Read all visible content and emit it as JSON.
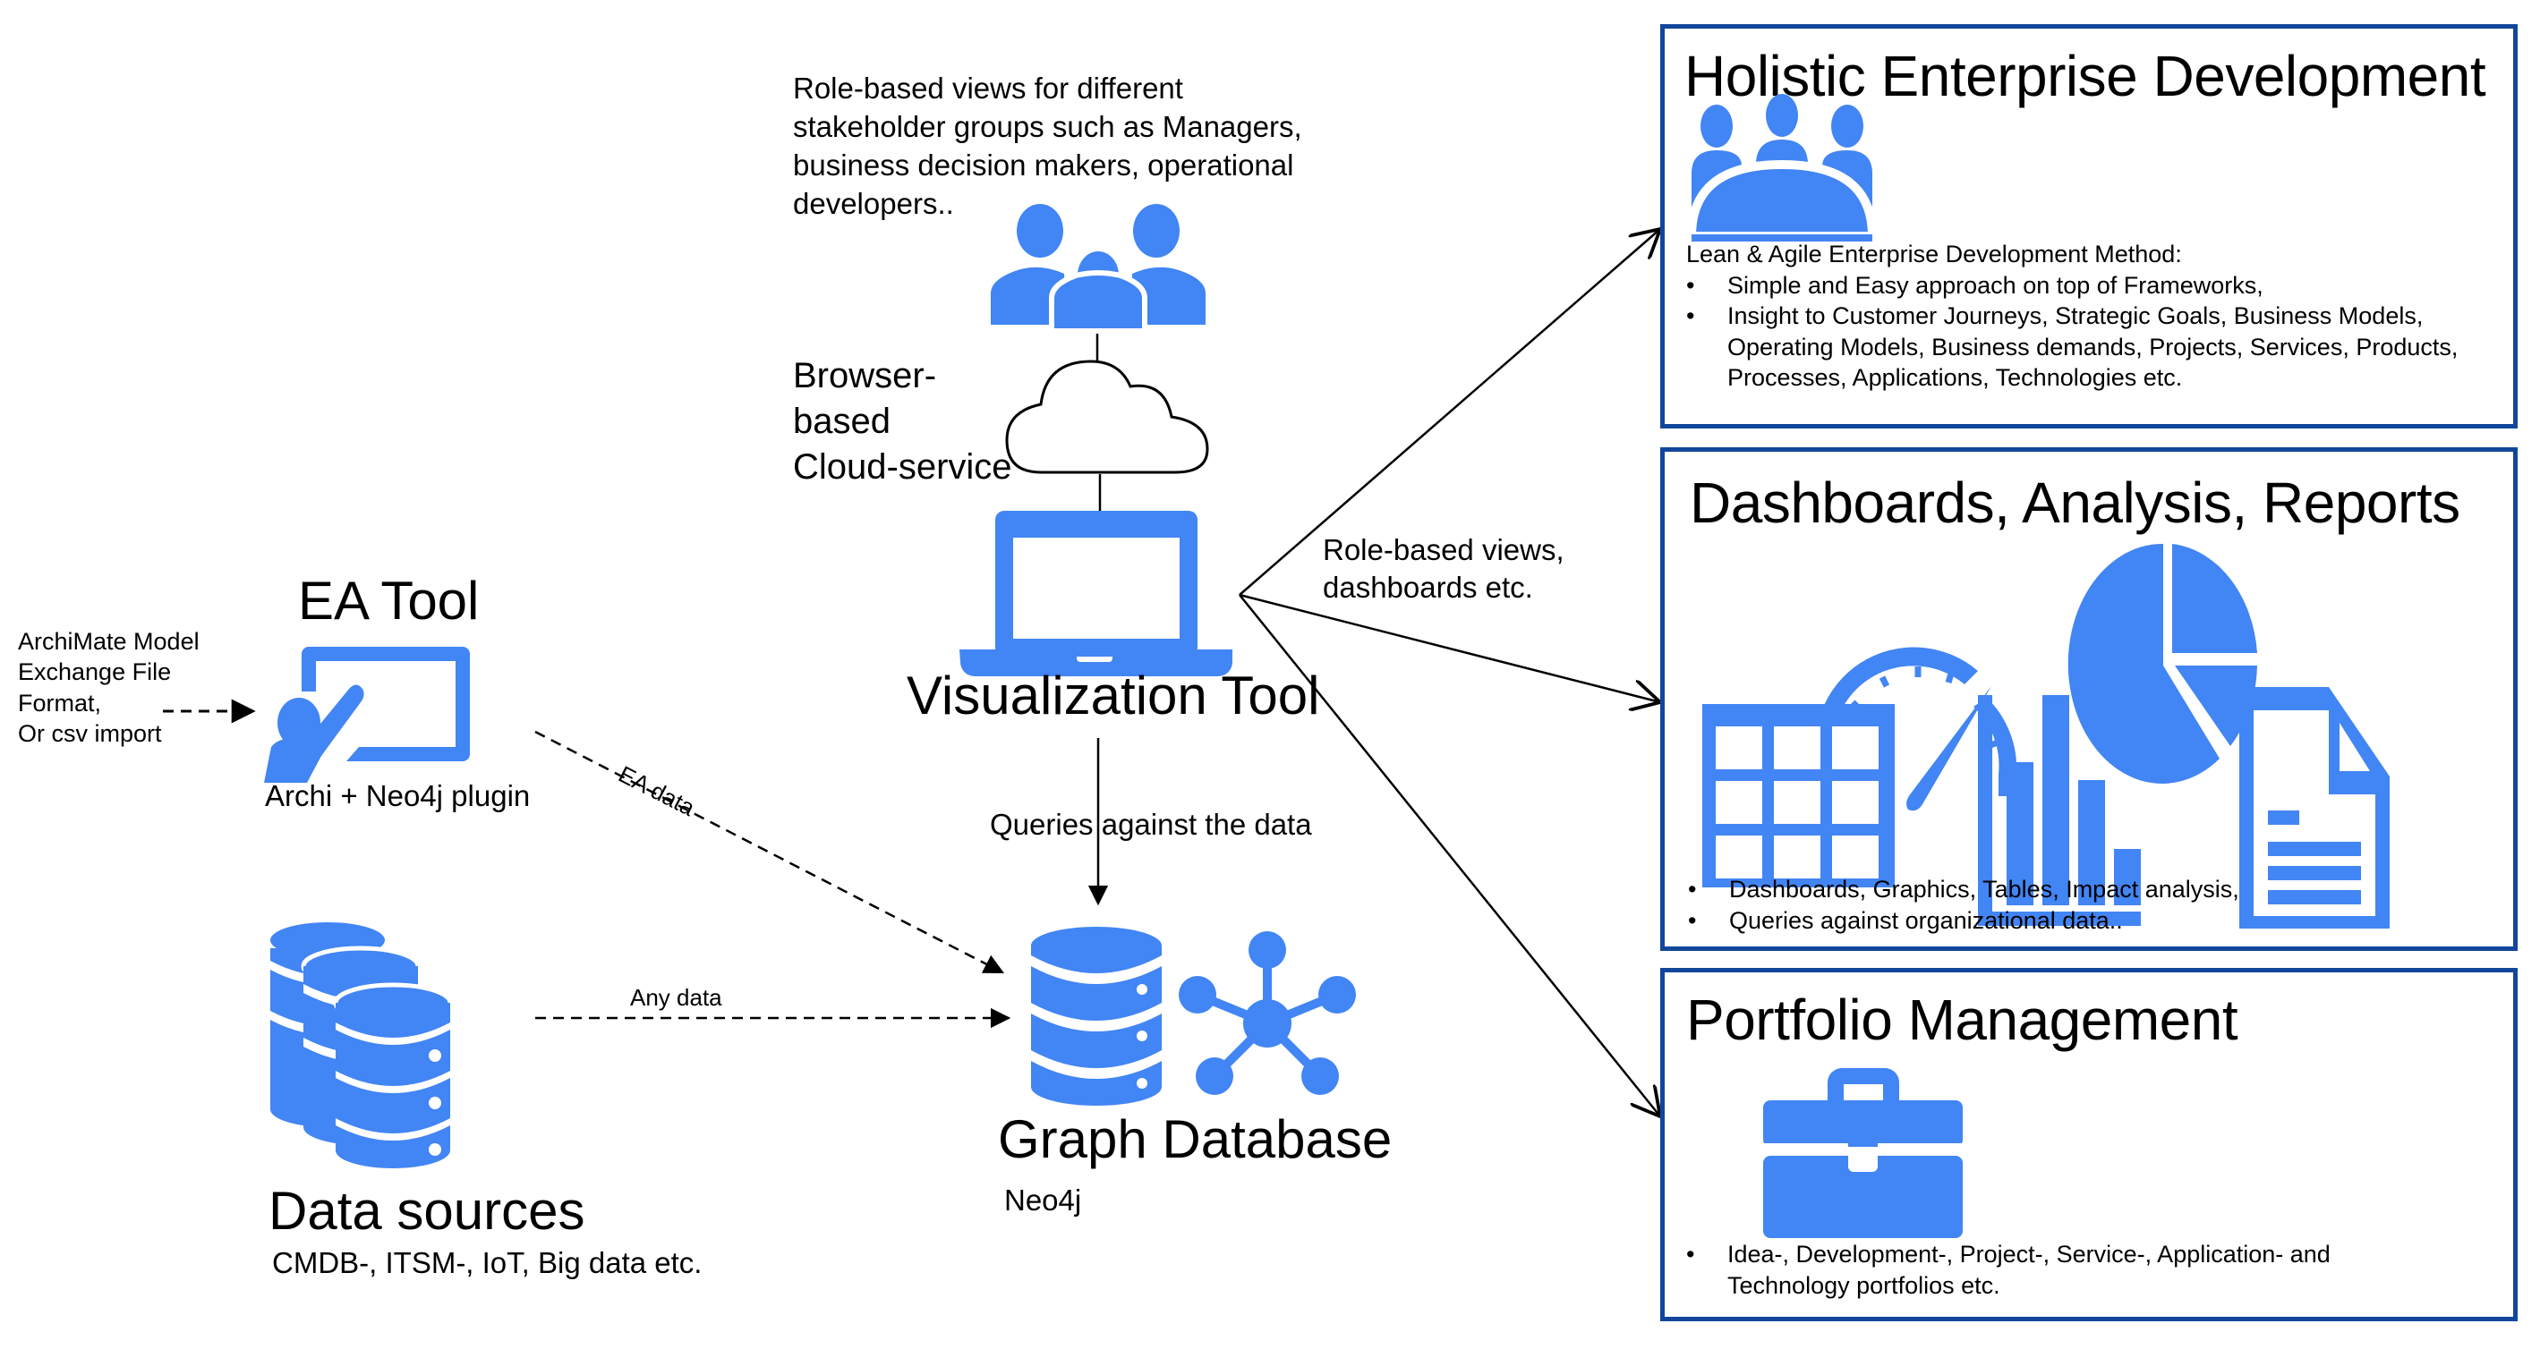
{
  "colors": {
    "icon_blue": "#4285f4",
    "box_border": "#12469a",
    "line": "#000000"
  },
  "input": {
    "label_lines": [
      "ArchiMate Model",
      "Exchange File",
      "Format,",
      "Or csv import"
    ]
  },
  "ea_tool": {
    "title": "EA Tool",
    "icon": "presenter-board-icon",
    "caption": "Archi + Neo4j plugin"
  },
  "data_sources": {
    "title": "Data sources",
    "icon": "database-stack-icon",
    "caption": "CMDB-, ITSM-, IoT, Big data etc."
  },
  "stakeholders": {
    "description_lines": [
      "Role-based views for different",
      "stakeholder groups such as Managers,",
      "business decision makers, operational",
      "developers.."
    ],
    "icon": "user-group-icon"
  },
  "cloud": {
    "label_lines": [
      "Browser-",
      "based",
      "Cloud-service"
    ],
    "icon": "cloud-icon"
  },
  "visualization_tool": {
    "title": "Visualization Tool",
    "icon": "laptop-icon"
  },
  "graph_database": {
    "title": "Graph Database",
    "subtitle": "Neo4j",
    "icons": [
      "database-icon",
      "graph-network-icon"
    ]
  },
  "edges": {
    "ea_data": "EA data",
    "any_data": "Any data",
    "queries": "Queries against the data",
    "role_views_lines": [
      "Role-based views,",
      "dashboards etc."
    ]
  },
  "boxes": [
    {
      "title": "Holistic Enterprise Development",
      "icon": "team-meeting-icon",
      "intro": "Lean & Agile Enterprise Development Method:",
      "bullets": [
        "Simple and Easy approach on top of Frameworks,",
        "Insight to Customer Journeys, Strategic Goals, Business Models, Operating Models, Business demands, Projects, Services, Products, Processes, Applications, Technologies etc."
      ]
    },
    {
      "title": "Dashboards, Analysis, Reports",
      "icons": [
        "gauge-icon",
        "pie-chart-icon",
        "table-icon",
        "bar-chart-icon",
        "document-icon"
      ],
      "bullets": [
        "Dashboards, Graphics, Tables, Impact analysis,",
        "Queries against organizational data.."
      ]
    },
    {
      "title": "Portfolio Management",
      "icon": "briefcase-icon",
      "bullets": [
        "Idea-, Development-, Project-, Service-, Application- and Technology portfolios etc."
      ]
    }
  ]
}
